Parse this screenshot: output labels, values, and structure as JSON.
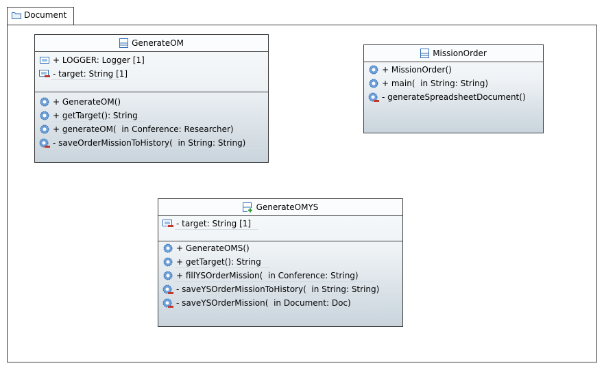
{
  "package": {
    "name": "Document"
  },
  "classes": {
    "generate_om": {
      "name": "GenerateOM",
      "attributes": [
        {
          "text": "+ LOGGER: Logger [1]",
          "visibility": "public",
          "icon": "public-field-icon"
        },
        {
          "text": "- target: String [1]",
          "visibility": "private",
          "icon": "private-field-icon"
        }
      ],
      "operations": [
        {
          "text": "+ GenerateOM()",
          "visibility": "public",
          "icon": "public-operation-icon"
        },
        {
          "text": "+ getTarget(): String",
          "visibility": "public",
          "icon": "public-operation-icon"
        },
        {
          "text": "+ generateOM(  in Conference: Researcher)",
          "visibility": "public",
          "icon": "public-operation-icon"
        },
        {
          "text": "- saveOrderMissionToHistory(  in String: String)",
          "visibility": "private",
          "icon": "private-operation-icon"
        }
      ]
    },
    "mission_order": {
      "name": "MissionOrder",
      "attributes": [],
      "operations": [
        {
          "text": "+ MissionOrder()",
          "visibility": "public",
          "icon": "public-operation-icon"
        },
        {
          "text": "+ main(  in String: String)",
          "visibility": "public",
          "icon": "public-operation-icon"
        },
        {
          "text": "- generateSpreadsheetDocument()",
          "visibility": "private",
          "icon": "private-operation-icon"
        }
      ]
    },
    "generate_omys": {
      "name": "GenerateOMYS",
      "attributes": [
        {
          "text": "- target: String [1]",
          "visibility": "private",
          "icon": "private-field-icon"
        }
      ],
      "operations": [
        {
          "text": "+ GenerateOMS()",
          "visibility": "public",
          "icon": "public-operation-icon"
        },
        {
          "text": "+ getTarget(): String",
          "visibility": "public",
          "icon": "public-operation-icon"
        },
        {
          "text": "+ fillYSOrderMission(  in Conference: String)",
          "visibility": "public",
          "icon": "public-operation-icon"
        },
        {
          "text": "- saveYSOrderMissionToHistory(  in String: String)",
          "visibility": "private",
          "icon": "private-operation-icon"
        },
        {
          "text": "- saveYSOrderMission(  in Document: Doc)",
          "visibility": "private",
          "icon": "private-operation-icon"
        }
      ]
    }
  },
  "colors": {
    "border": "#3a3a3a",
    "gradient_bottom": "#c9d4dc",
    "icon_blue": "#2f6db5",
    "private_red": "#c0392b",
    "new_green": "#2e9a3a"
  }
}
